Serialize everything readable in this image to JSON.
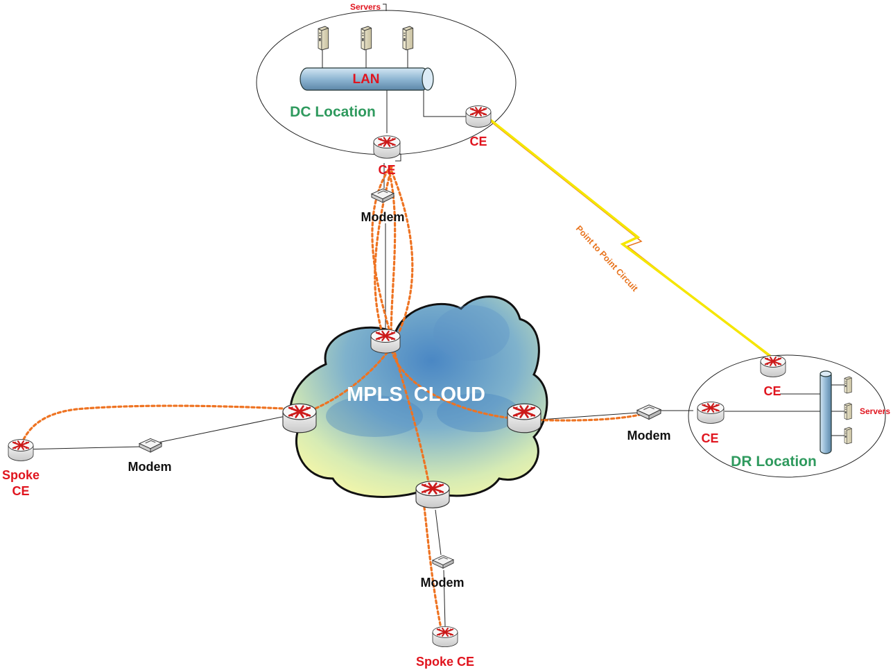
{
  "dc": {
    "location_label": "DC Location",
    "servers_label": "Servers",
    "lan_label": "LAN",
    "ce_primary_label": "CE",
    "ce_secondary_label": "CE",
    "modem_label": "Modem"
  },
  "cloud": {
    "label": "MPLS  CLOUD"
  },
  "dr": {
    "location_label": "DR Location",
    "servers_label": "Servers",
    "ce_top_label": "CE",
    "ce_left_label": "CE",
    "modem_label": "Modem"
  },
  "circuit": {
    "label": "Point to Point Circuit"
  },
  "spoke_left": {
    "ce_label_line1": "Spoke",
    "ce_label_line2": "CE",
    "modem_label": "Modem"
  },
  "spoke_bottom": {
    "ce_label": "Spoke CE",
    "modem_label": "Modem"
  },
  "colors": {
    "label_red": "#e0141e",
    "label_green": "#2f9a5e",
    "tunnel_orange": "#ee7322",
    "circuit_yellow": "#f5e600"
  }
}
